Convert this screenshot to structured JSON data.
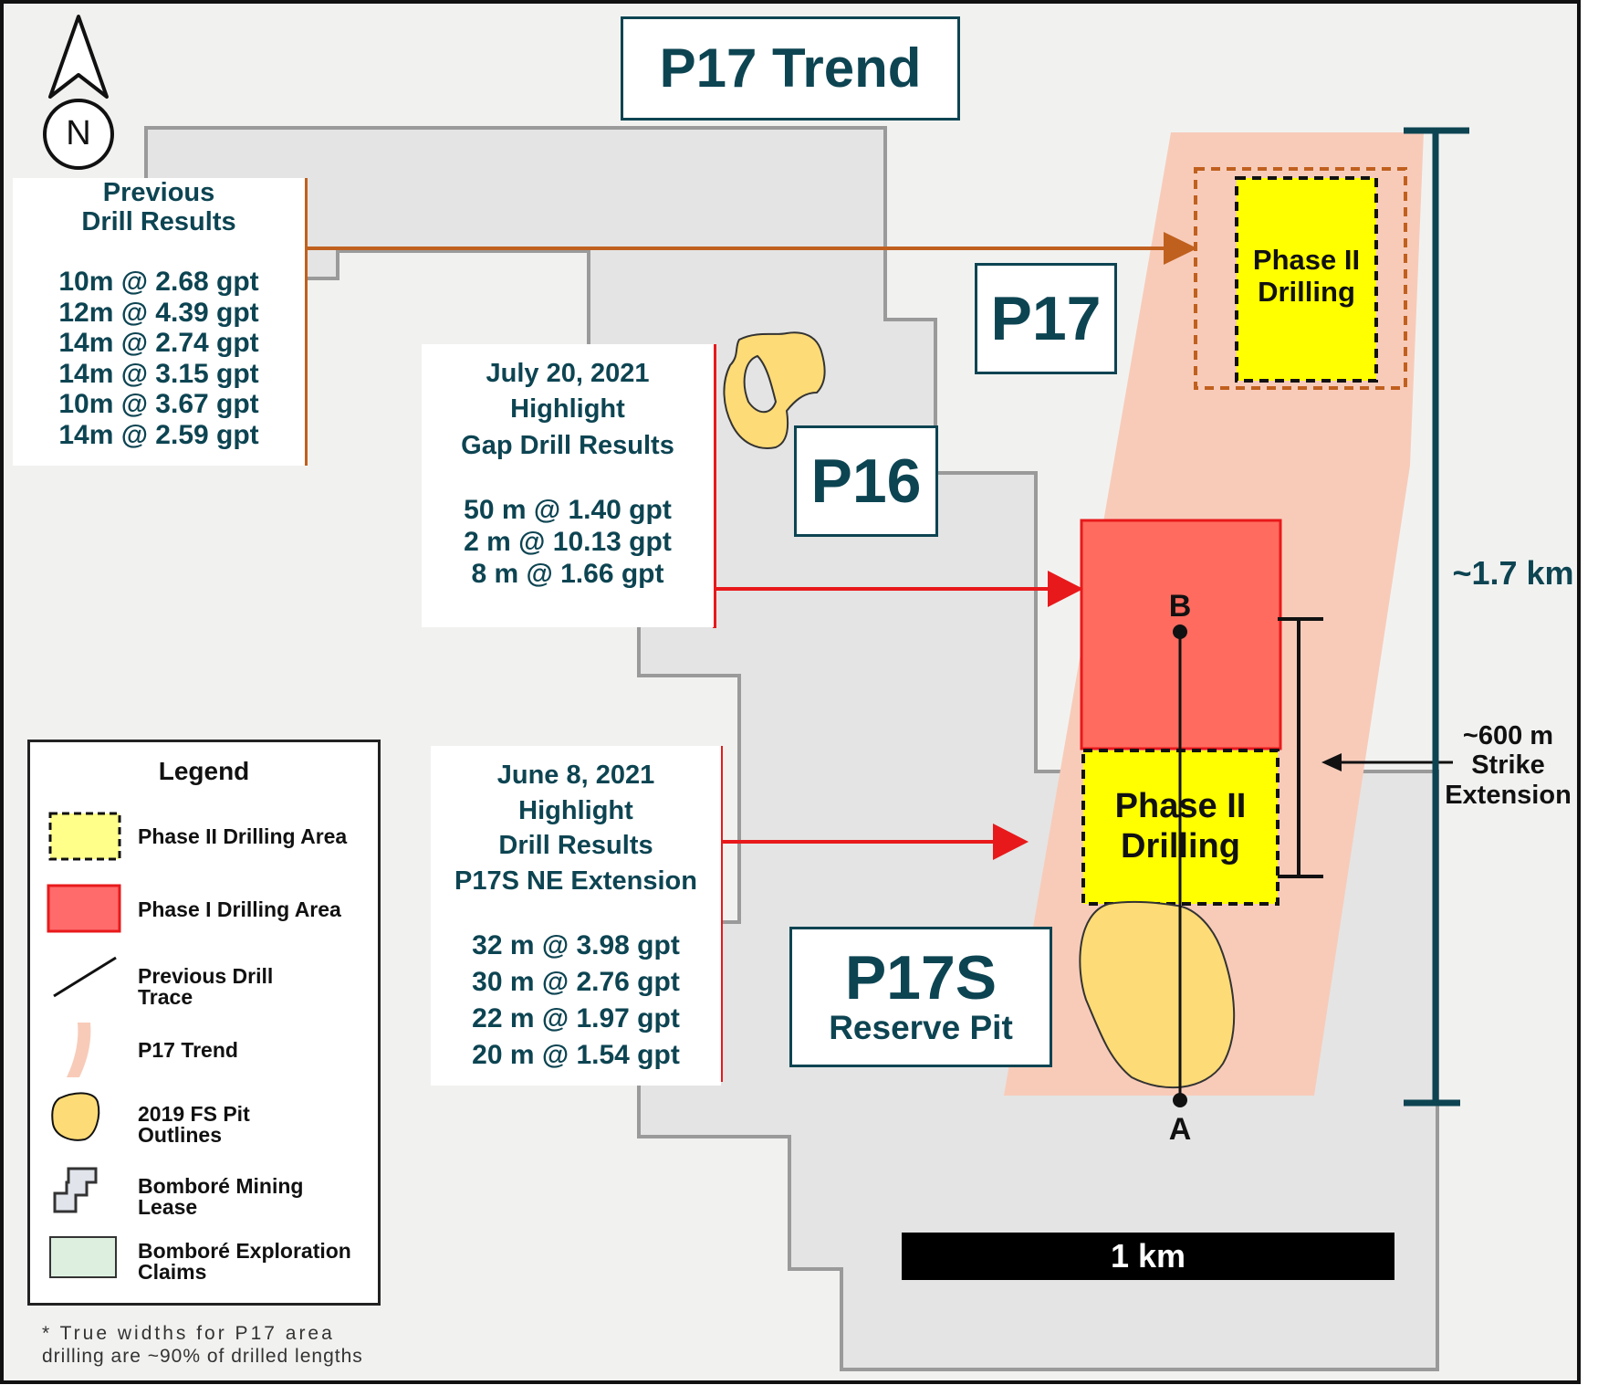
{
  "title": "P17 Trend",
  "north_arrow": {
    "label": "N",
    "icon": "north-arrow-icon"
  },
  "areas": {
    "p17": "P17",
    "p16": "P16",
    "p17s_name": "P17S",
    "p17s_sub": "Reserve Pit",
    "phase2_top": [
      "Phase II",
      "Drilling"
    ],
    "phase2_bottom": [
      "Phase II",
      "Drilling"
    ]
  },
  "previous_results": {
    "title": [
      "Previous",
      "Drill Results"
    ],
    "rows": [
      "10m @ 2.68 gpt",
      "12m @ 4.39 gpt",
      "14m @ 2.74 gpt",
      "14m @ 3.15 gpt",
      "10m @ 3.67 gpt",
      "14m @ 2.59 gpt"
    ]
  },
  "july_results": {
    "title": [
      "July 20, 2021",
      "Highlight",
      "Gap Drill Results"
    ],
    "rows": [
      "50 m @ 1.40 gpt",
      "2 m @ 10.13 gpt",
      "8 m @ 1.66 gpt"
    ]
  },
  "june_results": {
    "title": [
      "June 8, 2021",
      "Highlight",
      "Drill Results",
      "P17S NE Extension"
    ],
    "rows": [
      "32 m @ 3.98 gpt",
      "30 m @ 2.76 gpt",
      "22 m @ 1.97 gpt",
      "20 m @ 1.54 gpt"
    ]
  },
  "measurements": {
    "length": "~1.7 km",
    "strike": [
      "~600 m",
      "Strike",
      "Extension"
    ],
    "scale_bar": "1 km",
    "point_a": "A",
    "point_b": "B"
  },
  "legend": {
    "title": "Legend",
    "items": [
      {
        "label": "Phase II Drilling Area",
        "icon": "phase2-swatch-icon"
      },
      {
        "label": "Phase I Drilling Area",
        "icon": "phase1-swatch-icon"
      },
      {
        "label": "Previous Drill\nTrace",
        "icon": "drill-trace-icon"
      },
      {
        "label": "P17 Trend",
        "icon": "trend-swatch-icon"
      },
      {
        "label": "2019 FS Pit\nOutlines",
        "icon": "pit-outline-icon"
      },
      {
        "label": "Bomboré Mining\nLease",
        "icon": "mining-lease-icon"
      },
      {
        "label": "Bomboré Exploration\nClaims",
        "icon": "exploration-claims-icon"
      }
    ]
  },
  "footnote": [
    "* True widths for P17 area",
    "drilling are ~90% of drilled lengths"
  ],
  "colors": {
    "background": "#f1f2f0",
    "lease_fill": "#e4e4e4",
    "lease_outline": "#9a9a9a",
    "trend": "#f8cbb9",
    "phase1": "#ff6b5f",
    "phase2": "#ffff00",
    "pit": "#fddb76",
    "accent_dark": "#0d4452",
    "arrow_orange": "#c0601e",
    "arrow_red": "#e8191b"
  }
}
